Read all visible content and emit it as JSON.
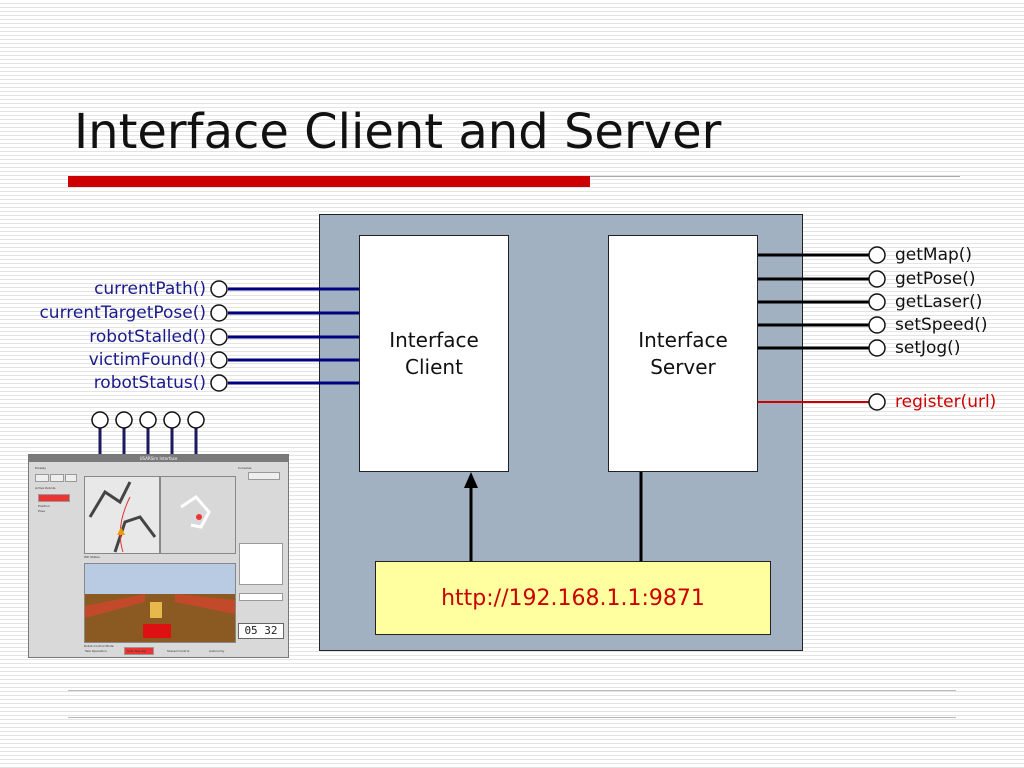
{
  "slide": {
    "title": "Interface Client and Server"
  },
  "diagram": {
    "client_label": "Interface\nClient",
    "server_label": "Interface\nServer",
    "url": "http://192.168.1.1:9871",
    "client_methods": [
      "currentPath()",
      "currentTargetPose()",
      "robotStalled()",
      "victimFound()",
      "robotStatus()"
    ],
    "server_methods": [
      "getMap()",
      "getPose()",
      "getLaser()",
      "setSpeed()",
      "setJog()"
    ],
    "register_method": "register(url)"
  },
  "app_window": {
    "title": "USARSim Interface",
    "display_label": "Display",
    "robots_label": "Active Robots",
    "robot_rows": [
      "Position",
      "Pose"
    ],
    "status_label": "HRI Status",
    "control_label": "Robot Control Mode",
    "consoles_label": "Consoles",
    "buttons": [
      "Tele Operation",
      "Safe Tele-Op",
      "Shared Control",
      "Autonomy"
    ],
    "clock": "05 32"
  },
  "colors": {
    "title_accent": "#cc0000",
    "panel": "#a1b1c2",
    "url_box": "#ffffa0",
    "client_wire": "#000080",
    "server_wire": "#000000",
    "register_wire": "#cc0000"
  }
}
